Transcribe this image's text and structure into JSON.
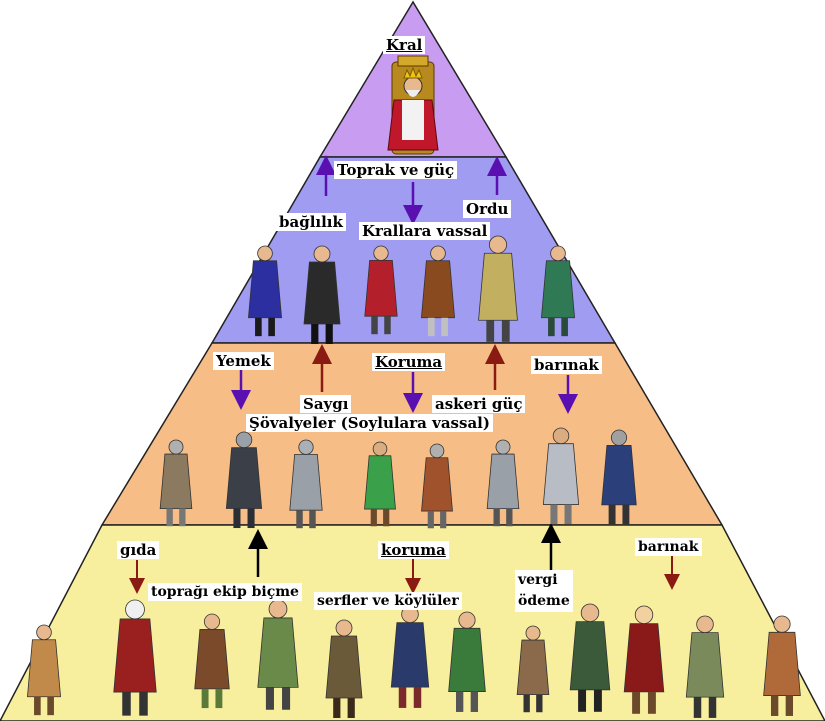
{
  "colors": {
    "tier1": "#c89cf0",
    "tier2": "#9f9cf2",
    "tier3": "#f7bd87",
    "tier4": "#f8ef9e",
    "outline": "#222222",
    "arrow_purple": "#5a10b0",
    "arrow_red": "#8a1b12",
    "arrow_black": "#000000"
  },
  "tiers": {
    "king": {
      "title": "Kral",
      "icons": [
        "king-on-throne"
      ]
    },
    "nobles": {
      "label_land_power": "Toprak ve güç",
      "label_army": "Ordu",
      "label_loyalty": "bağlılık",
      "title": "Krallara vassal",
      "icons": [
        "noble-blue-robe",
        "bishop-black-robe",
        "noble-red",
        "noble-brown",
        "bishop-mitre",
        "noble-green"
      ]
    },
    "knights": {
      "label_food": "Yemek",
      "label_protection": "Koruma",
      "label_shelter": "barınak",
      "label_respect": "Saygı",
      "label_military": "askeri güç",
      "title": "Şövalyeler (Soylulara vassal)",
      "icons": [
        "knight-spear",
        "knight-sword-shield",
        "knight-shield",
        "knight-green-shield",
        "knight-armor",
        "knight-staff",
        "knight-sword-down",
        "knight-blue-shield"
      ]
    },
    "peasants": {
      "label_food": "gıda",
      "label_protection": "koruma",
      "label_shelter": "barınak",
      "label_farming": "toprağı ekip biçme",
      "title": "serfler ve köylüler",
      "label_tax": "vergi\nödeme",
      "icons": [
        "peasant-hoe",
        "peasant-cook",
        "peasant-pan",
        "peasant-basket",
        "monk",
        "peasant-sitting",
        "peasant-cross",
        "blacksmith",
        "peasant-green-hood",
        "maiden",
        "peasant-bundle",
        "peasant-woman-rake"
      ]
    }
  }
}
